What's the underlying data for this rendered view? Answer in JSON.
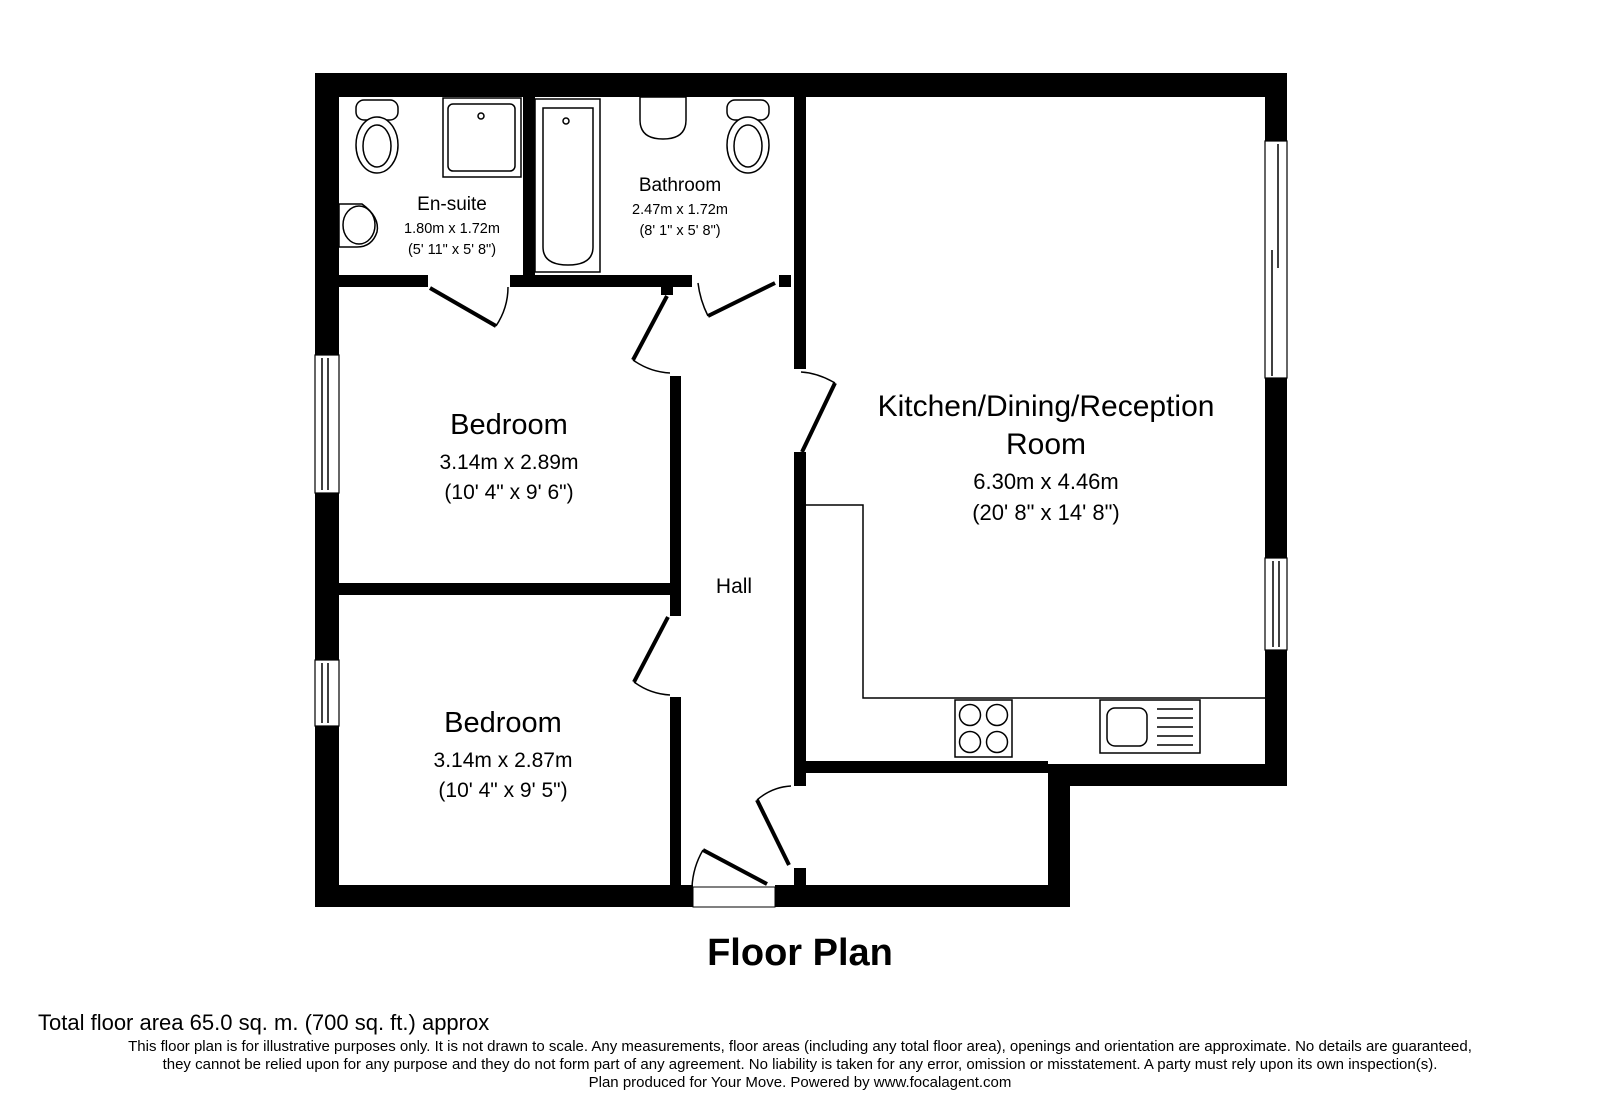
{
  "plan": {
    "title": "Floor Plan",
    "rooms": {
      "ensuite": {
        "name": "En-suite",
        "metric": "1.80m x 1.72m",
        "imperial": "(5' 11\" x 5' 8\")"
      },
      "bathroom": {
        "name": "Bathroom",
        "metric": "2.47m x 1.72m",
        "imperial": "(8' 1\" x 5' 8\")"
      },
      "bedroom1": {
        "name": "Bedroom",
        "metric": "3.14m x 2.89m",
        "imperial": "(10' 4\" x 9' 6\")"
      },
      "bedroom2": {
        "name": "Bedroom",
        "metric": "3.14m x 2.87m",
        "imperial": "(10' 4\" x 9' 5\")"
      },
      "kitchen": {
        "name_line1": "Kitchen/Dining/Reception",
        "name_line2": "Room",
        "metric": "6.30m x 4.46m",
        "imperial": "(20' 8\" x 14' 8\")"
      },
      "hall": {
        "name": "Hall"
      }
    },
    "fixtures": [
      "toilet",
      "shower-tray",
      "basin",
      "bath",
      "basin",
      "toilet",
      "hob",
      "sink"
    ]
  },
  "footer": {
    "total_area": "Total floor area 65.0 sq. m. (700 sq. ft.) approx",
    "disclaimer_line1": "This floor plan is for illustrative purposes only. It is not drawn to scale. Any measurements, floor areas (including any total floor area), openings and orientation are approximate. No details are guaranteed,",
    "disclaimer_line2": "they cannot be relied upon for any purpose and they do not form part of any agreement. No liability is taken for any error, omission or misstatement. A party must rely upon its own inspection(s).",
    "credit": "Plan produced for Your Move. Powered by www.focalagent.com"
  }
}
